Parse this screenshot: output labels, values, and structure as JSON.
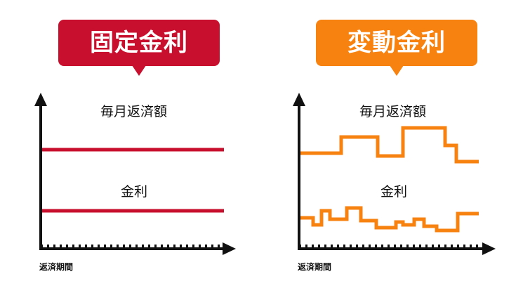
{
  "colors": {
    "fixed_accent": "#c8102e",
    "variable_accent": "#f7820f",
    "axis": "#111111"
  },
  "panels": {
    "fixed": {
      "title": "固定金利",
      "monthly_payment_label": "毎月返済額",
      "interest_label": "金利",
      "x_axis_label": "返済期間"
    },
    "variable": {
      "title": "変動金利",
      "monthly_payment_label": "毎月返済額",
      "interest_label": "金利",
      "x_axis_label": "返済期間"
    }
  }
}
